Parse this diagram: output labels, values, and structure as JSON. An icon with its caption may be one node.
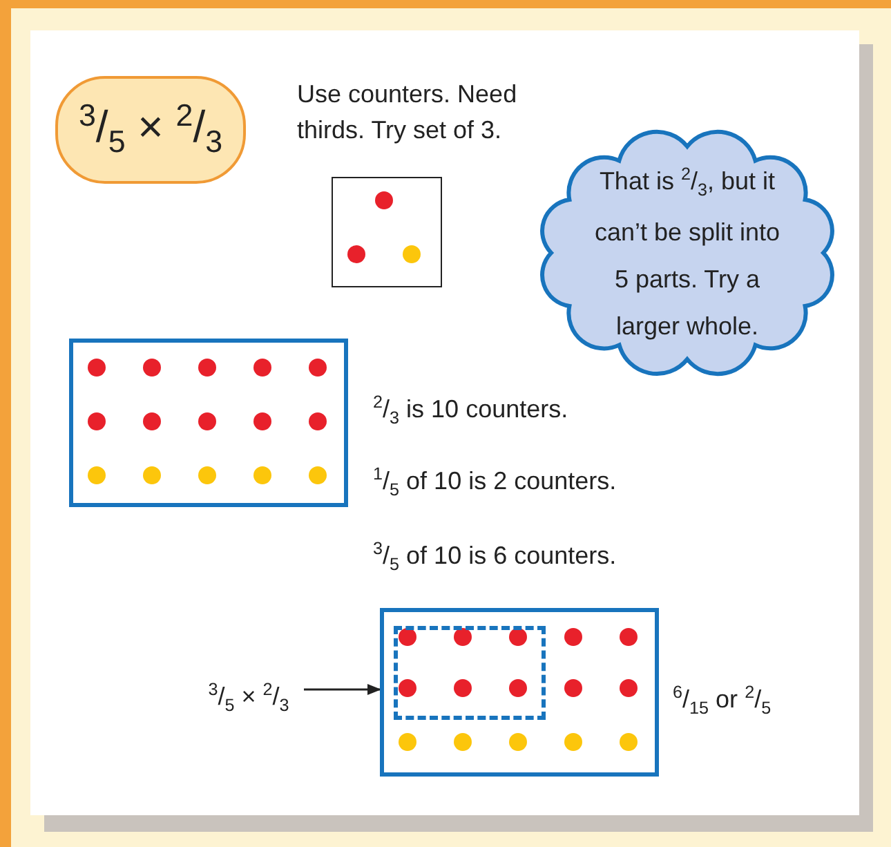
{
  "diagram": {
    "nodes": [
      {
        "text": [
          "$^{3}$/$_{5}$ × $^{2}$/$_{3}$"
        ]
      },
      {
        "text": [],
        "shape": "box"
      },
      {
        "text": [
          "That is $^{2}$/$_{3}$, but it can’t be split into 5 parts. Try a larger whole."
        ]
      },
      {
        "text": [],
        "shape": "box"
      },
      {
        "text": [
          "$^{3}$/$_{5}$ × $^{2}$/$_{3}$"
        ]
      },
      {
        "text": [],
        "shape": "box"
      },
      {
        "text": [],
        "shape": "box",
        "in": 5
      }
    ],
    "edges": [
      {
        "from": 4,
        "to": 5,
        "arrow": "to"
      }
    ],
    "labels": [
      "Use counters. Need thirds. Try set of 3.",
      "$^{2}$/$_{3}$ is 10 counters.",
      "$^{1}$/$_{5}$ of 10 is 2 counters.",
      "$^{3}$/$_{5}$ of 10 is 6 counters.",
      "$^{6}$/$_{15}$ or $^{2}$/$_{5}$"
    ]
  }
}
